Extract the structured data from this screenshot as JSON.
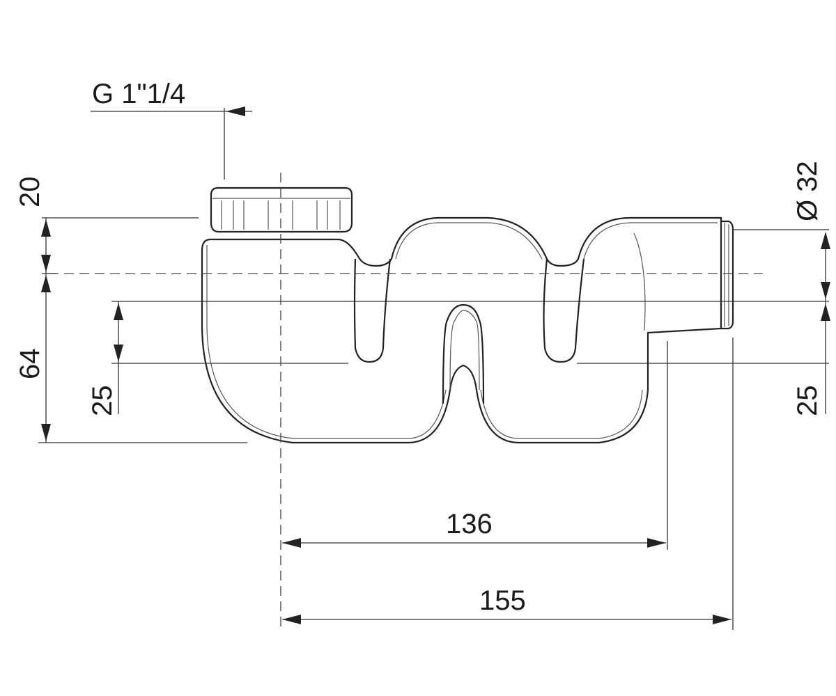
{
  "drawing": {
    "thread_label": "G 1\"1/4",
    "inlet_height": "20",
    "overall_height": "64",
    "inner_left_height": "25",
    "outlet_diameter": "Ø 32",
    "outlet_right_height": "25",
    "outlet_depth": "136",
    "overall_length": "155"
  }
}
